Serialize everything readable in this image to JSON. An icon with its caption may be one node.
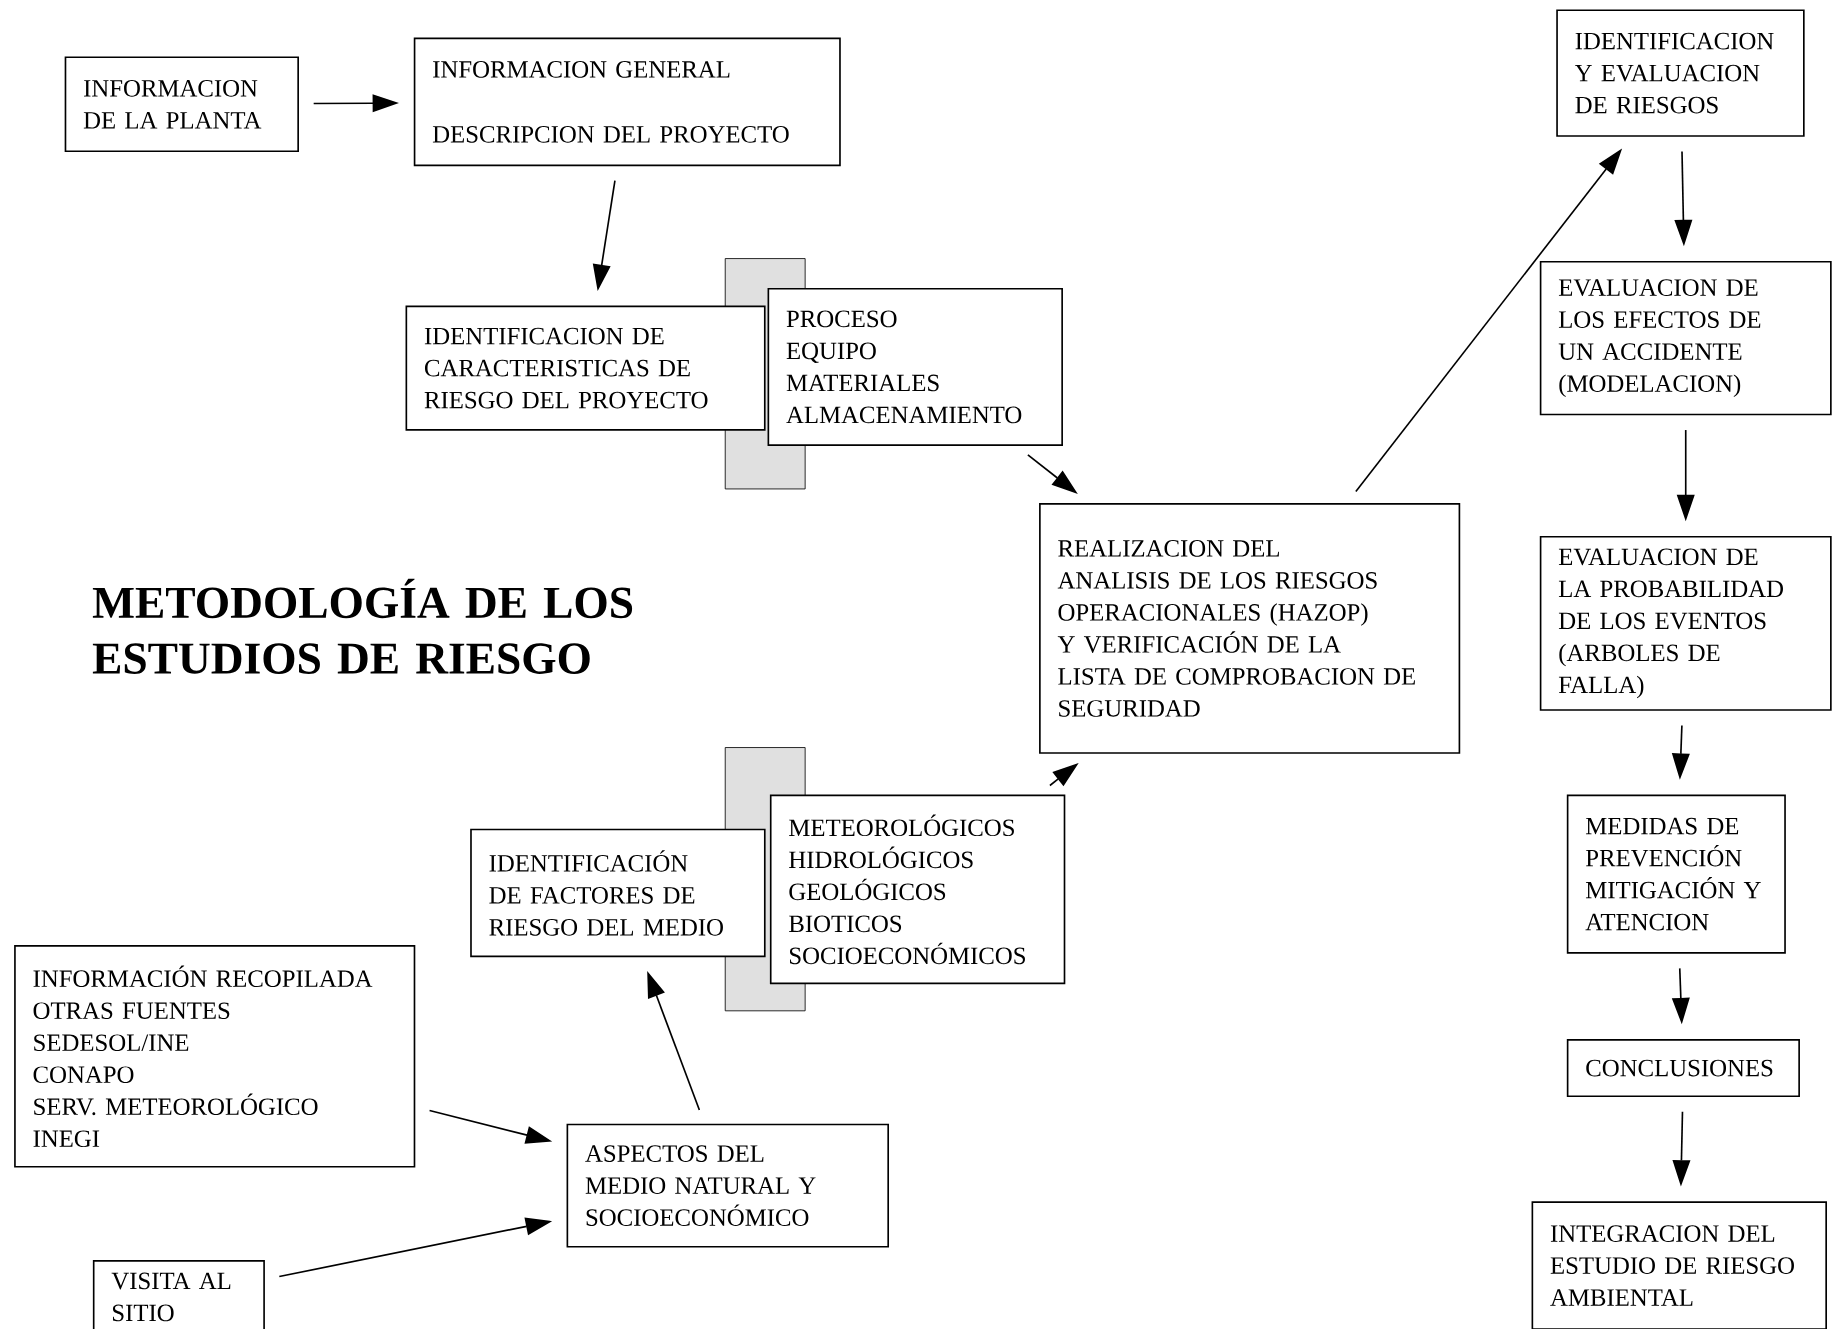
{
  "diagram": {
    "title": "METODOLOGÍA DE LOS ESTUDIOS DE RIESGO",
    "nodes": [
      {
        "text": [
          "INFORMACION DE LA PLANTA"
        ]
      },
      {
        "text": [
          "INFORMACION GENERAL",
          "DESCRIPCION DEL PROYECTO"
        ]
      },
      {
        "text": [
          "IDENTIFICACION DE CARACTERISTICAS DE RIESGO DEL PROYECTO"
        ]
      },
      {
        "text": [
          "PROCESO",
          "EQUIPO",
          "MATERIALES",
          "ALMACENAMIENTO"
        ]
      },
      {
        "text": [
          "REALIZACION DEL ANALISIS DE LOS RIESGOS OPERACIONALES (HAZOP)",
          "Y VERIFICACIÓN DE LA LISTA DE COMPROBACION DE SEGURIDAD"
        ]
      },
      {
        "text": [
          "IDENTIFICACION Y EVALUACION DE RIESGOS"
        ]
      },
      {
        "text": [
          "EVALUACION DE LOS EFECTOS DE UN ACCIDENTE (MODELACION)"
        ]
      },
      {
        "text": [
          "EVALUACION DE LA PROBABILIDAD DE LOS EVENTOS (ARBOLES DE FALLA)"
        ]
      },
      {
        "text": [
          "MEDIDAS DE PREVENCIÓN MITIGACIÓN Y ATENCION"
        ]
      },
      {
        "text": [
          "CONCLUSIONES"
        ]
      },
      {
        "text": [
          "INTEGRACION DEL ESTUDIO DE RIESGO AMBIENTAL"
        ]
      },
      {
        "text": [
          "IDENTIFICACIÓN DE FACTORES DE RIESGO DEL MEDIO"
        ]
      },
      {
        "text": [
          "METEOROLÓGICOS",
          "HIDROLÓGICOS",
          "GEOLÓGICOS",
          "BIOTICOS",
          "SOCIOECONÓMICOS"
        ]
      },
      {
        "text": [
          "INFORMACIÓN RECOPILADA",
          "OTRAS FUENTES",
          "SEDESOL/INE",
          "CONAPO",
          "SERV. METEOROLÓGICO",
          "INEGI"
        ]
      },
      {
        "text": [
          "ASPECTOS DEL MEDIO NATURAL Y SOCIOECONÓMICO"
        ]
      },
      {
        "text": [
          "VISITA AL SITIO"
        ]
      }
    ],
    "edges": [
      {
        "from": 0,
        "to": 1,
        "arrow": "to"
      },
      {
        "from": 1,
        "to": 2,
        "arrow": "to"
      },
      {
        "from": 3,
        "to": 4,
        "arrow": "to"
      },
      {
        "from": 4,
        "to": 5,
        "arrow": "to"
      },
      {
        "from": 5,
        "to": 6,
        "arrow": "to"
      },
      {
        "from": 6,
        "to": 7,
        "arrow": "to"
      },
      {
        "from": 7,
        "to": 8,
        "arrow": "to"
      },
      {
        "from": 8,
        "to": 9,
        "arrow": "to"
      },
      {
        "from": 9,
        "to": 10,
        "arrow": "to"
      },
      {
        "from": 12,
        "to": 4,
        "arrow": "to"
      },
      {
        "from": 13,
        "to": 14,
        "arrow": "to"
      },
      {
        "from": 15,
        "to": 14,
        "arrow": "to"
      },
      {
        "from": 14,
        "to": 11,
        "arrow": "to"
      }
    ]
  }
}
